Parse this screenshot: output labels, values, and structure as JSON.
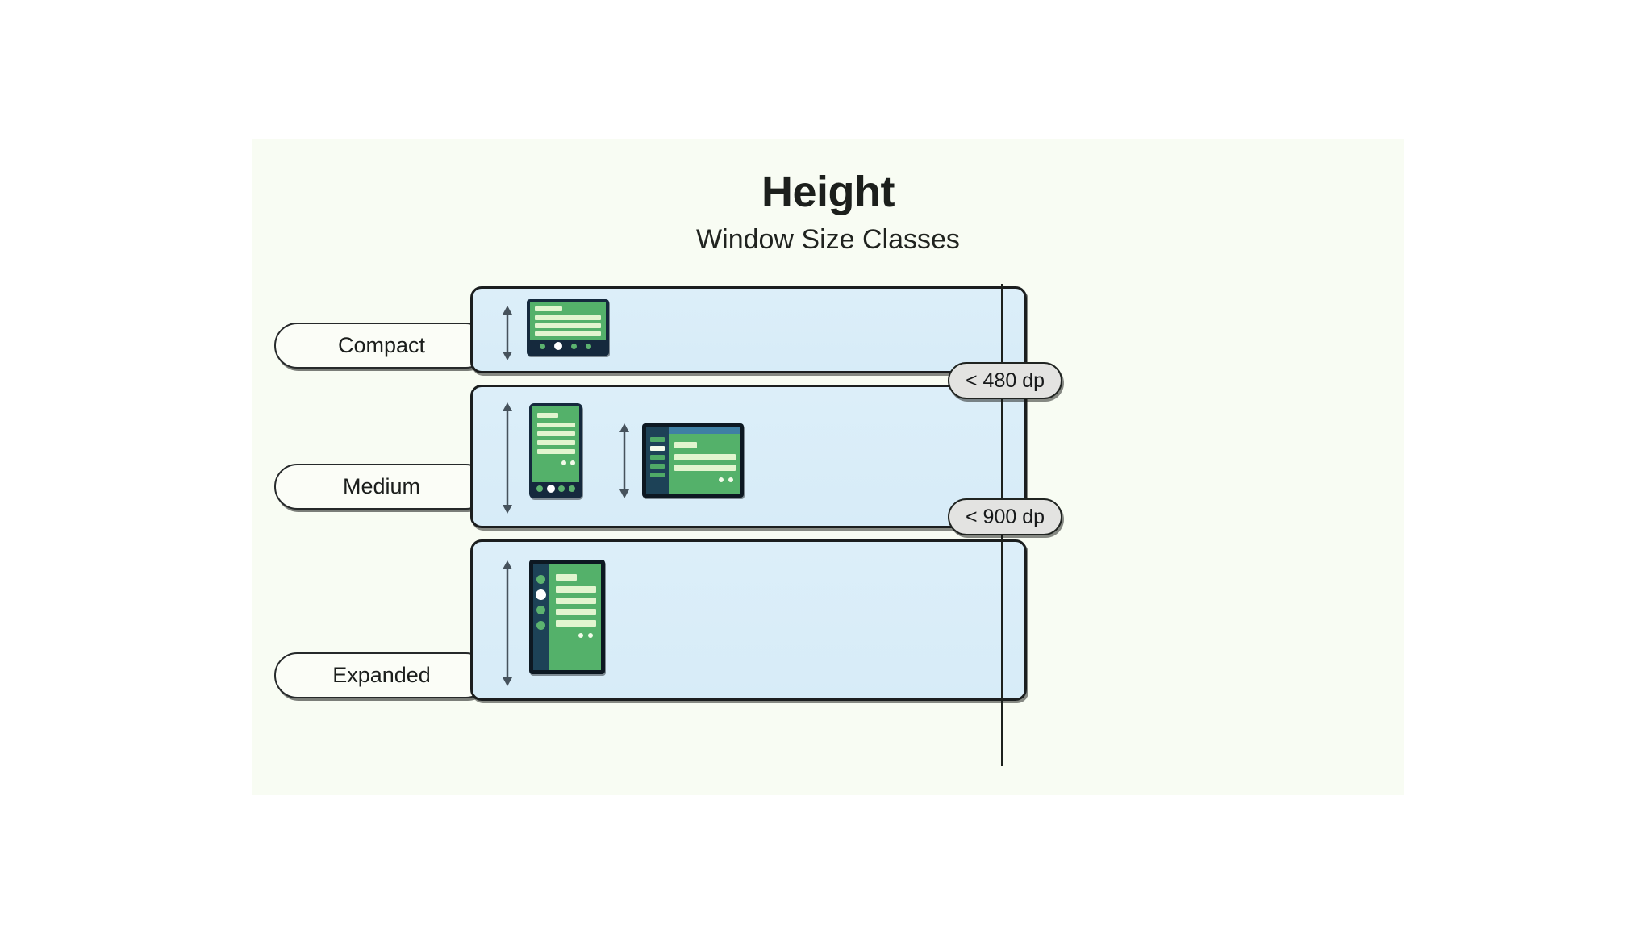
{
  "canvas": {
    "background_color": "#f8fcf3",
    "page_background": "#ffffff"
  },
  "header": {
    "title": "Height",
    "subtitle": "Window Size Classes"
  },
  "colors": {
    "panel_fill": "#dceef9",
    "panel_border": "#1b1e1f",
    "pill_fill": "#fbfdf7",
    "badge_fill": "#e3e3e1",
    "device_frame": "#15293d",
    "device_screen": "#54b16a",
    "device_rail": "#1d4257",
    "content_line": "#e2f5cf",
    "topbar": "#3f7fa4",
    "accent_active": "#ffffff",
    "scale_line": "#1d211d"
  },
  "size_classes": [
    {
      "id": "compact",
      "label": "Compact",
      "arrow_name": "height-measure-arrow-compact",
      "devices": [
        {
          "id": "compact-landscape-phone",
          "orientation": "landscape",
          "nav_type": "bottom-bar",
          "nav_dots": 4,
          "active_nav_index": 1,
          "content_lines": 4
        }
      ]
    },
    {
      "id": "medium",
      "label": "Medium",
      "arrow_name": "height-measure-arrow-medium",
      "devices": [
        {
          "id": "medium-portrait-phone",
          "orientation": "portrait",
          "nav_type": "bottom-bar",
          "nav_dots": 4,
          "active_nav_index": 1,
          "content_lines": 5,
          "content_dots": 2
        },
        {
          "id": "medium-landscape-tablet",
          "orientation": "landscape",
          "nav_type": "left-rail",
          "nav_items": 5,
          "active_nav_index": 1,
          "content_lines": 3,
          "content_dots": 2,
          "has_topbar": true
        }
      ]
    },
    {
      "id": "expanded",
      "label": "Expanded",
      "arrow_name": "height-measure-arrow-expanded",
      "devices": [
        {
          "id": "expanded-portrait-tablet",
          "orientation": "portrait",
          "nav_type": "left-rail",
          "nav_dots": 4,
          "active_nav_index": 1,
          "content_lines": 4,
          "content_dots": 2
        }
      ]
    }
  ],
  "scale": {
    "axis_name": "height-scale-axis",
    "breakpoints": [
      {
        "id": "bp-480",
        "label": "< 480 dp"
      },
      {
        "id": "bp-900",
        "label": "< 900 dp"
      }
    ]
  }
}
